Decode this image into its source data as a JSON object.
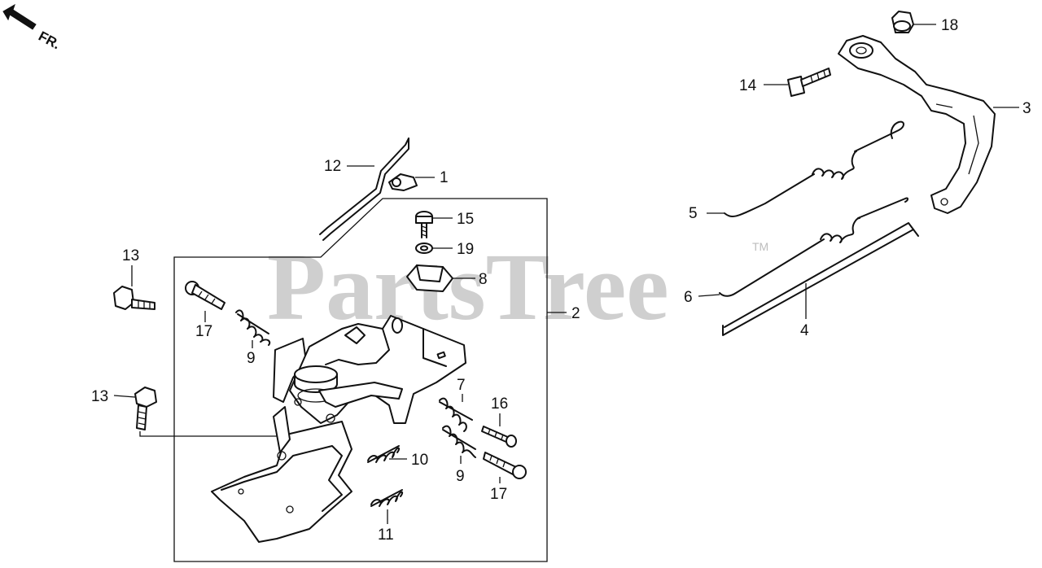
{
  "watermark": {
    "text": "PartsTree",
    "tm": "TM"
  },
  "orientation": {
    "label": "FR."
  },
  "callouts": [
    {
      "id": "c1",
      "label": "1"
    },
    {
      "id": "c2",
      "label": "2"
    },
    {
      "id": "c3",
      "label": "3"
    },
    {
      "id": "c4",
      "label": "4"
    },
    {
      "id": "c5",
      "label": "5"
    },
    {
      "id": "c6",
      "label": "6"
    },
    {
      "id": "c7",
      "label": "7"
    },
    {
      "id": "c8",
      "label": "8"
    },
    {
      "id": "c9a",
      "label": "9"
    },
    {
      "id": "c9b",
      "label": "9"
    },
    {
      "id": "c10",
      "label": "10"
    },
    {
      "id": "c11",
      "label": "11"
    },
    {
      "id": "c12",
      "label": "12"
    },
    {
      "id": "c13a",
      "label": "13"
    },
    {
      "id": "c13b",
      "label": "13"
    },
    {
      "id": "c14",
      "label": "14"
    },
    {
      "id": "c15",
      "label": "15"
    },
    {
      "id": "c16",
      "label": "16"
    },
    {
      "id": "c17a",
      "label": "17"
    },
    {
      "id": "c17b",
      "label": "17"
    },
    {
      "id": "c18",
      "label": "18"
    },
    {
      "id": "c19",
      "label": "19"
    }
  ]
}
